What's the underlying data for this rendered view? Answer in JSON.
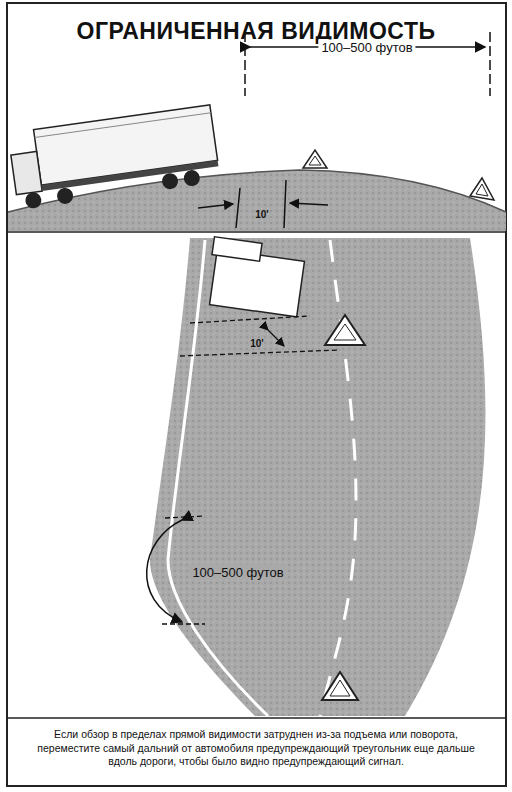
{
  "diagram": {
    "title": "ОГРАНИЧЕННАЯ ВИДИМОСТЬ",
    "caption": "Если обзор в пределах прямой видимости затруднен из-за подъема или поворота, переместите самый дальний от автомобиля предупреждающий треугольник еще дальше вдоль дороги, чтобы было видно предупреждающий сигнал.",
    "labels": [
      "100–500 футов",
      "10'",
      "10'",
      "100–500 футов"
    ]
  }
}
